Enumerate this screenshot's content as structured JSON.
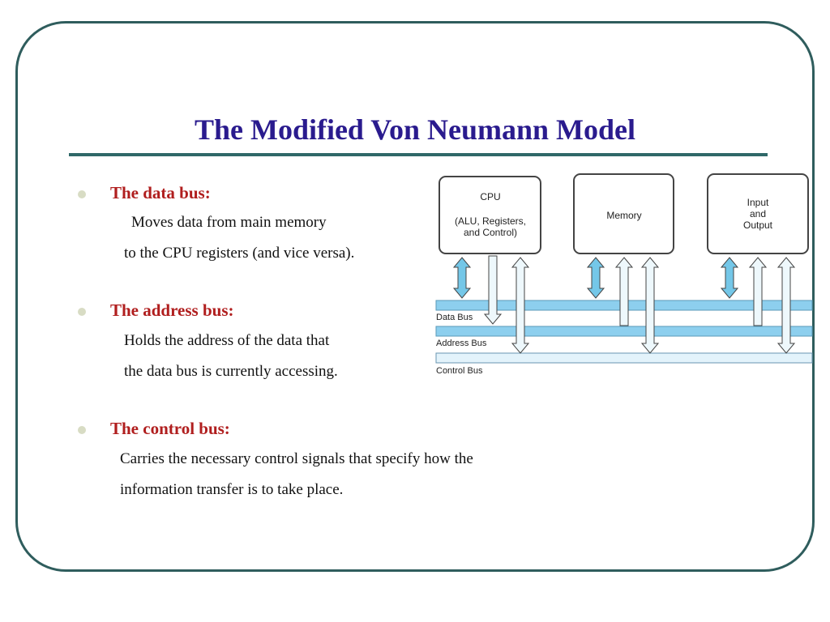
{
  "slide": {
    "title": "The Modified Von Neumann Model"
  },
  "bullets": [
    {
      "heading": "The data bus:",
      "lines": [
        "Moves data from main memory",
        "to the CPU registers (and vice versa)."
      ]
    },
    {
      "heading": "The address bus:",
      "lines": [
        "Holds the address of the data that",
        "the data bus is currently accessing."
      ]
    },
    {
      "heading": "The control bus:",
      "lines": [
        "Carries the necessary control signals that  specify how the",
        "information transfer is to take place."
      ]
    }
  ],
  "diagram": {
    "cpu": {
      "name": "CPU",
      "detail_line1": "(ALU, Registers,",
      "detail_line2": "and Control)"
    },
    "memory": {
      "name": "Memory"
    },
    "io": {
      "line1": "Input",
      "line2": "and",
      "line3": "Output"
    },
    "buses": {
      "data": "Data Bus",
      "address": "Address Bus",
      "control": "Control Bus"
    },
    "colors": {
      "data_bus": "#8dcfee",
      "address_bus": "#8dcfee",
      "control_bus": "#e3f3fb",
      "data_arrow": "#74c7e8",
      "control_arrow": "#eef8fc",
      "outline": "#444444"
    }
  }
}
